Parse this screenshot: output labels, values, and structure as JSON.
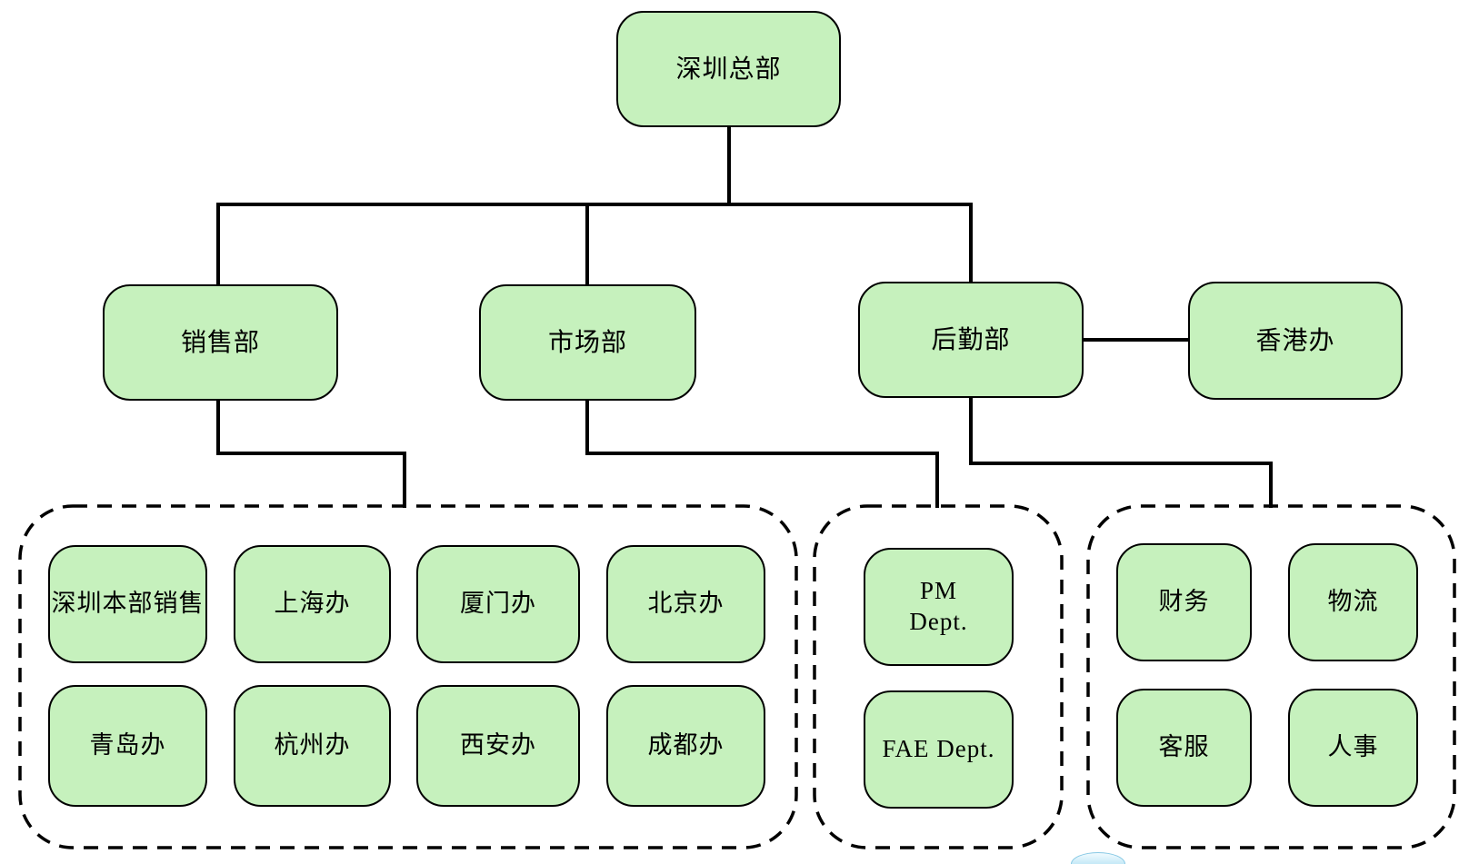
{
  "diagram": {
    "type": "org-chart",
    "nodes": {
      "root": "深圳总部",
      "level2": [
        "销售部",
        "市场部",
        "后勤部",
        "香港办"
      ],
      "groups": [
        {
          "items": [
            "深圳本部销售",
            "上海办",
            "厦门办",
            "北京办",
            "青岛办",
            "杭州办",
            "西安办",
            "成都办"
          ]
        },
        {
          "items": [
            "PM\nDept.",
            "FAE Dept."
          ]
        },
        {
          "items": [
            "财务",
            "物流",
            "客服",
            "人事"
          ]
        }
      ]
    },
    "edges": [
      "深圳总部-销售部",
      "深圳总部-市场部",
      "深圳总部-后勤部",
      "后勤部-香港办",
      "销售部-销售办事处组",
      "市场部-产品组",
      "后勤部-职能组"
    ]
  },
  "colors": {
    "node_fill": "#c6f1bd",
    "node_border": "#000000",
    "connector": "#000000",
    "group_border": "#000000",
    "background": "#ffffff",
    "accent_blue": "#c5e9f7"
  }
}
